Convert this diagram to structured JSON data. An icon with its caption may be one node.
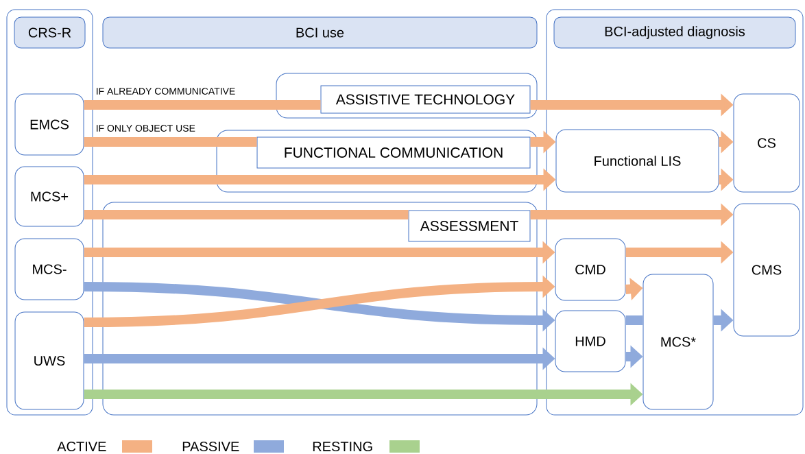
{
  "diagram": {
    "nodes": [
      {
        "text": [
          "CRS-R"
        ]
      },
      {
        "text": [
          "BCI use"
        ]
      },
      {
        "text": [
          "BCI-adjusted diagnosis"
        ]
      },
      {
        "text": [
          "EMCS"
        ],
        "in": 0
      },
      {
        "text": [
          "MCS+"
        ],
        "in": 0
      },
      {
        "text": [
          "MCS-"
        ],
        "in": 0
      },
      {
        "text": [
          "UWS"
        ],
        "in": 0
      },
      {
        "text": [],
        "shape": "box"
      },
      {
        "text": [
          "ASSISTIVE TECHNOLOGY"
        ],
        "in": 7
      },
      {
        "text": [],
        "shape": "box"
      },
      {
        "text": [
          "FUNCTIONAL COMMUNICATION"
        ],
        "in": 9
      },
      {
        "text": [],
        "shape": "box"
      },
      {
        "text": [
          "ASSESSMENT"
        ],
        "in": 11
      },
      {
        "text": [
          "Functional LIS"
        ],
        "in": 2
      },
      {
        "text": [
          "CS"
        ],
        "in": 2
      },
      {
        "text": [
          "CMS"
        ],
        "in": 2
      },
      {
        "text": [
          "CMD"
        ],
        "in": 2
      },
      {
        "text": [
          "HMD"
        ],
        "in": 2
      },
      {
        "text": [
          "MCS*"
        ],
        "in": 2
      }
    ],
    "edges": [
      {
        "from": 3,
        "to": 8,
        "arrow": "none",
        "label": "IF ALREADY COMMUNICATIVE"
      },
      {
        "from": 8,
        "to": 14,
        "arrow": "to"
      },
      {
        "from": 3,
        "to": 10,
        "arrow": "none",
        "label": "IF ONLY OBJECT USE"
      },
      {
        "from": 10,
        "to": 13,
        "arrow": "to"
      },
      {
        "from": 4,
        "to": 13,
        "arrow": "to"
      },
      {
        "from": 4,
        "to": 12,
        "arrow": "none"
      },
      {
        "from": 12,
        "to": 15,
        "arrow": "to"
      },
      {
        "from": 5,
        "to": 16,
        "arrow": "to"
      },
      {
        "from": 5,
        "to": 17,
        "arrow": "to",
        "color": "#8faadc"
      },
      {
        "from": 6,
        "to": 16,
        "arrow": "to"
      },
      {
        "from": 6,
        "to": 17,
        "arrow": "to",
        "color": "#8faadc"
      },
      {
        "from": 6,
        "to": 18,
        "arrow": "to",
        "color": "#a9d18e"
      },
      {
        "from": 13,
        "to": 14,
        "arrow": "to"
      },
      {
        "from": 13,
        "to": 14,
        "arrow": "to"
      },
      {
        "from": 16,
        "to": 15,
        "arrow": "to"
      },
      {
        "from": 16,
        "to": 18,
        "arrow": "to"
      },
      {
        "from": 17,
        "to": 18,
        "arrow": "none",
        "color": "#8faadc"
      },
      {
        "from": 18,
        "to": 15,
        "arrow": "to",
        "color": "#8faadc"
      },
      {
        "from": 17,
        "to": 18,
        "arrow": "to",
        "color": "#8faadc"
      }
    ],
    "legend": [
      {
        "text": "ACTIVE",
        "color": "#f4b183"
      },
      {
        "text": "PASSIVE",
        "color": "#8faadc"
      },
      {
        "text": "RESTING",
        "color": "#a9d18e"
      }
    ]
  }
}
